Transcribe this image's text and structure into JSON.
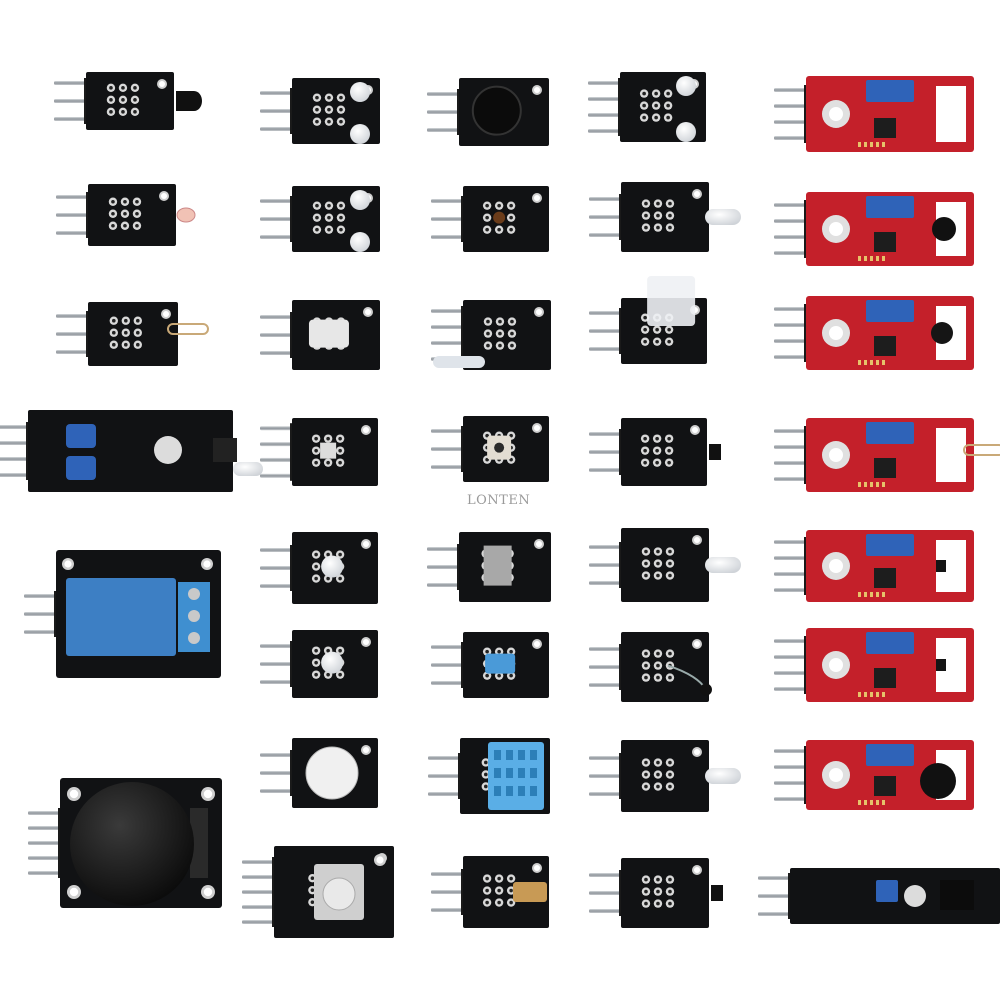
{
  "watermark": "LONTEN",
  "colors": {
    "black_pcb": "#111214",
    "red_pcb": "#c4202a",
    "blue_pot": "#2f63b8",
    "relay_blue": "#3d7fc4",
    "pin_silver": "#9aa0a6"
  },
  "modules": [
    {
      "name": "temperature-sensor-module",
      "color": "black",
      "part": "transistor"
    },
    {
      "name": "dual-color-led-module",
      "color": "black",
      "part": "led-pair"
    },
    {
      "name": "buzzer-module",
      "color": "black",
      "part": "buzzer"
    },
    {
      "name": "light-cup-module",
      "color": "black",
      "part": "led-pair"
    },
    {
      "name": "sound-sensor-module-1",
      "color": "red",
      "part": "none"
    },
    {
      "name": "photoresistor-module",
      "color": "black",
      "part": "ldr"
    },
    {
      "name": "mini-reed-led-module",
      "color": "black",
      "part": "led-pair"
    },
    {
      "name": "small-component-module",
      "color": "black",
      "part": "dot"
    },
    {
      "name": "ir-emitter-module",
      "color": "black",
      "part": "led-side"
    },
    {
      "name": "sound-sensor-module-2",
      "color": "red",
      "part": "mic"
    },
    {
      "name": "reed-switch-module",
      "color": "black",
      "part": "reed"
    },
    {
      "name": "optical-switch-module",
      "color": "black",
      "part": "slot"
    },
    {
      "name": "mercury-tilt-module",
      "color": "black",
      "part": "tube"
    },
    {
      "name": "magic-light-cup-module",
      "color": "black",
      "part": "clear"
    },
    {
      "name": "sensor-module-3",
      "color": "red",
      "part": "dark"
    },
    {
      "name": "ir-obstacle-module",
      "color": "black",
      "part": "obstacle"
    },
    {
      "name": "rgb-led-module",
      "color": "black",
      "part": "rgb"
    },
    {
      "name": "button-module",
      "color": "black",
      "part": "button"
    },
    {
      "name": "hall-sensor-module",
      "color": "black",
      "part": "hall"
    },
    {
      "name": "reed-sensor-module-4",
      "color": "red",
      "part": "reed"
    },
    {
      "name": "relay-module",
      "color": "relay",
      "part": "relay"
    },
    {
      "name": "smd-rgb-module",
      "color": "black",
      "part": "led-top"
    },
    {
      "name": "flame-slot-module",
      "color": "black",
      "part": "gray-block"
    },
    {
      "name": "ir-receiver-module",
      "color": "black",
      "part": "led-side"
    },
    {
      "name": "sensor-module-5",
      "color": "red",
      "part": "dark-small"
    },
    {
      "name": "two-color-led-module",
      "color": "black",
      "part": "led-top"
    },
    {
      "name": "tilt-switch-module",
      "color": "black",
      "part": "tilt"
    },
    {
      "name": "thermistor-module",
      "color": "black",
      "part": "thermistor"
    },
    {
      "name": "sensor-module-6",
      "color": "red",
      "part": "dark-small"
    },
    {
      "name": "joystick-module",
      "color": "joystick",
      "part": "joystick"
    },
    {
      "name": "passive-buzzer-module",
      "color": "black",
      "part": "big-buzzer"
    },
    {
      "name": "dht11-module",
      "color": "black",
      "part": "dht"
    },
    {
      "name": "led-7color-module",
      "color": "black",
      "part": "led-side"
    },
    {
      "name": "big-sound-module",
      "color": "red",
      "part": "big-mic"
    },
    {
      "name": "rotary-encoder-module",
      "color": "black",
      "part": "encoder"
    },
    {
      "name": "laser-module",
      "color": "black",
      "part": "laser"
    },
    {
      "name": "analog-hall-module",
      "color": "black",
      "part": "hall"
    },
    {
      "name": "tracking-module",
      "color": "black",
      "part": "tracker"
    }
  ]
}
